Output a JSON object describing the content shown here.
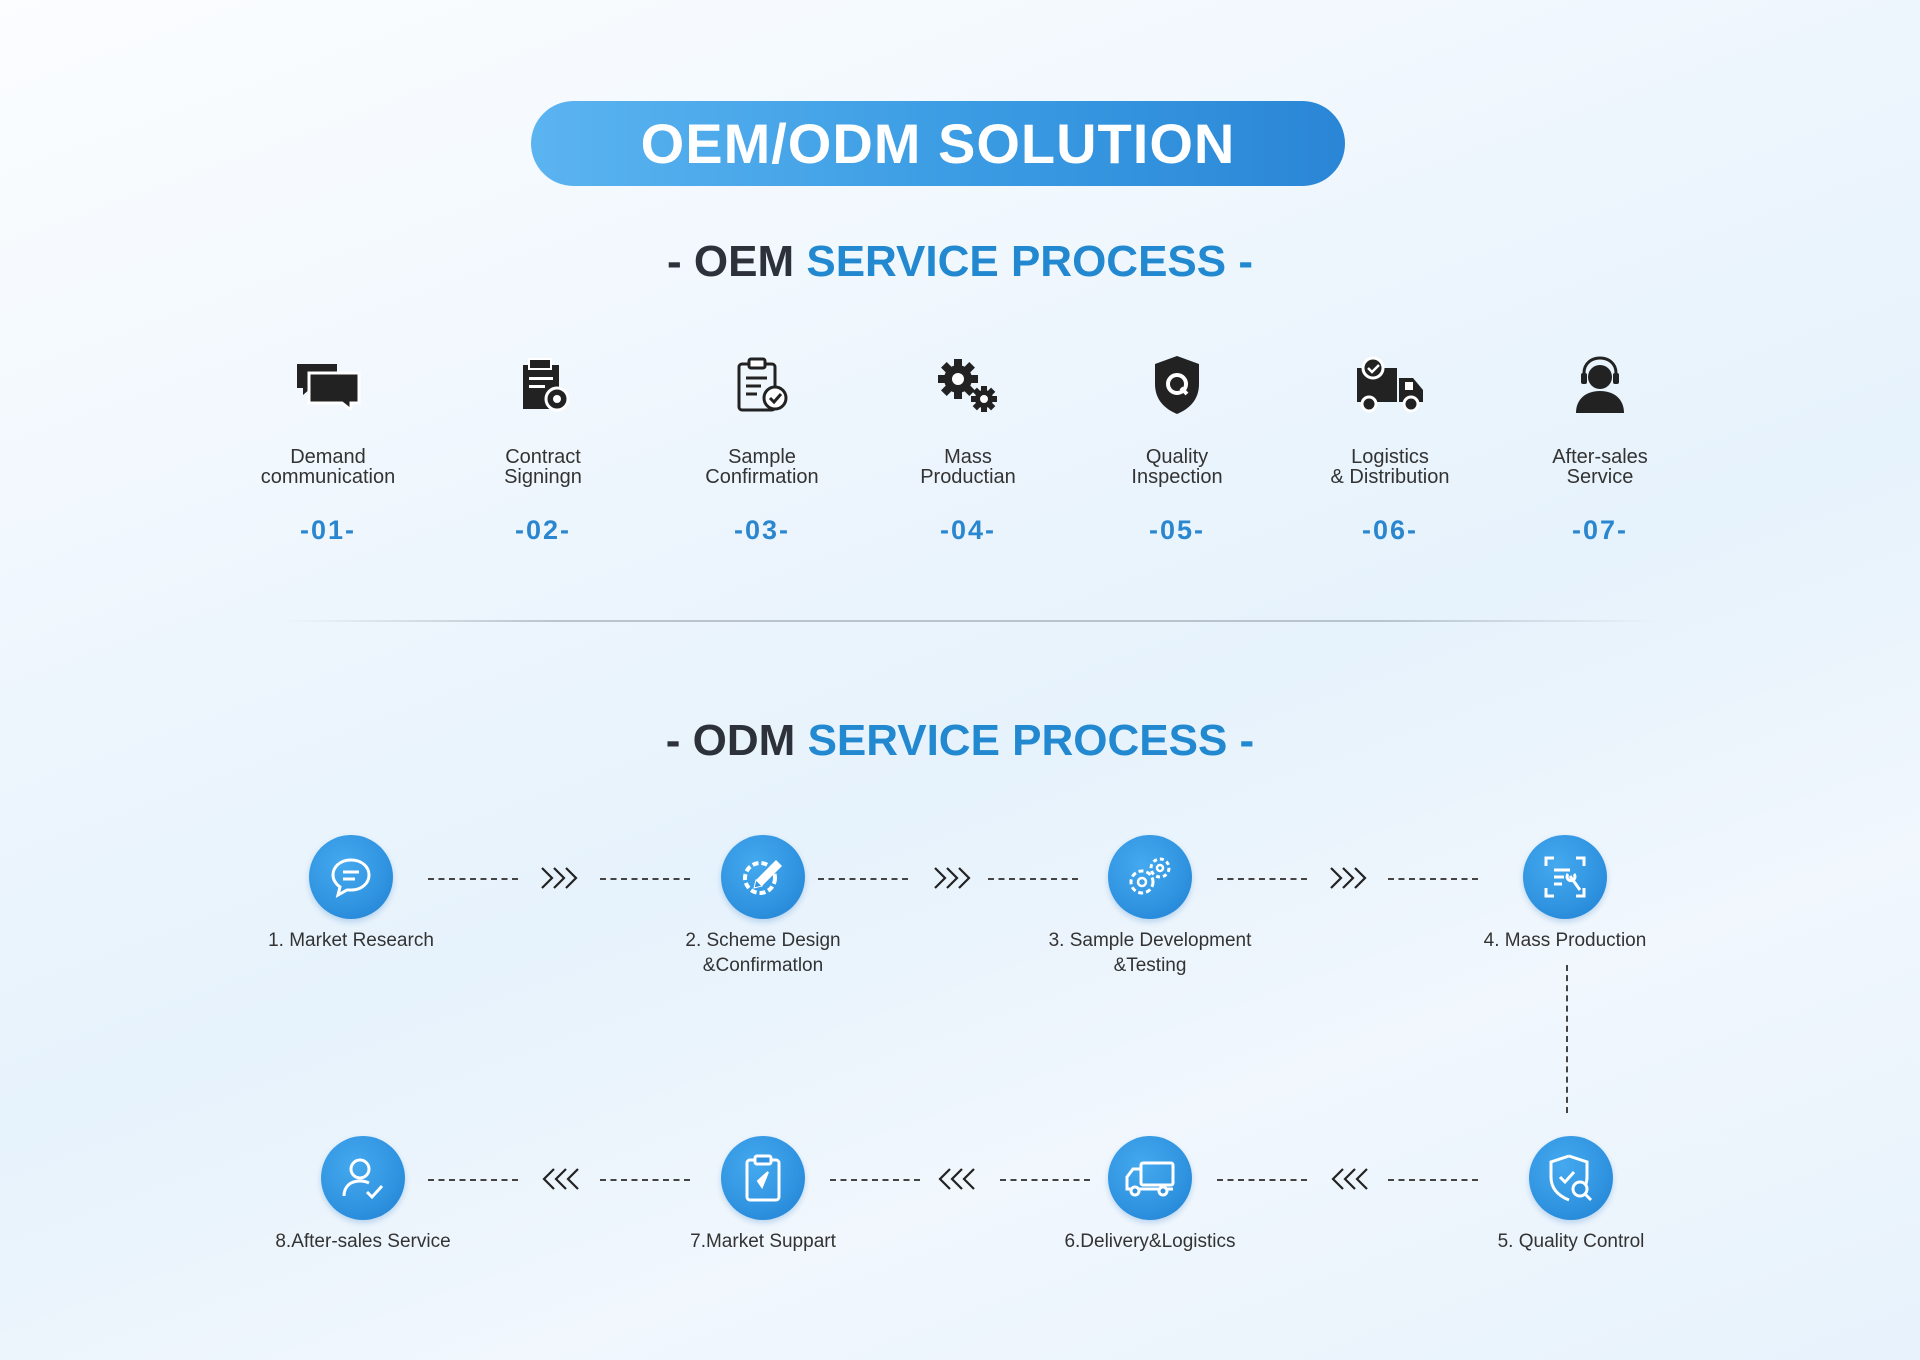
{
  "title": "OEM/ODM SOLUTION",
  "oem": {
    "heading_prefix": "- OEM ",
    "heading_accent": "SERVICE PROCESS -",
    "steps": [
      {
        "label": "Demand\ncommunication",
        "num": "-01-",
        "icon": "chat-bubbles-icon"
      },
      {
        "label": "Contract\nSigningn",
        "num": "-02-",
        "icon": "contract-document-icon"
      },
      {
        "label": "Sample\nConfirmation",
        "num": "-03-",
        "icon": "clipboard-check-icon"
      },
      {
        "label": "Mass\nProductian",
        "num": "-04-",
        "icon": "gears-icon"
      },
      {
        "label": "Quality\nInspection",
        "num": "-05-",
        "icon": "shield-q-icon"
      },
      {
        "label": "Logistics\n& Distribution",
        "num": "-06-",
        "icon": "truck-check-icon"
      },
      {
        "label": "After-sales\nService",
        "num": "-07-",
        "icon": "headset-agent-icon"
      }
    ]
  },
  "odm": {
    "heading_prefix": "- ODM ",
    "heading_accent": "SERVICE PROCESS -",
    "steps": [
      {
        "label": "1. Market Research",
        "icon": "chat-bubble-icon"
      },
      {
        "label": "2. Scheme Design\n&Confirmatlon",
        "icon": "pencil-gear-icon"
      },
      {
        "label": "3. Sample Development\n&Testing",
        "icon": "gears-icon"
      },
      {
        "label": "4. Mass Production",
        "icon": "scan-wrench-icon"
      },
      {
        "label": "5. Quality Control",
        "icon": "shield-search-icon"
      },
      {
        "label": "6.Delivery&Logistics",
        "icon": "truck-icon"
      },
      {
        "label": "7.Market Suppart",
        "icon": "clipboard-compass-icon"
      },
      {
        "label": "8.After-sales Service",
        "icon": "user-check-icon"
      }
    ]
  },
  "colors": {
    "accent": "#2289d0",
    "dark_text": "#2d3139",
    "node_fill": "#2f93e0"
  }
}
